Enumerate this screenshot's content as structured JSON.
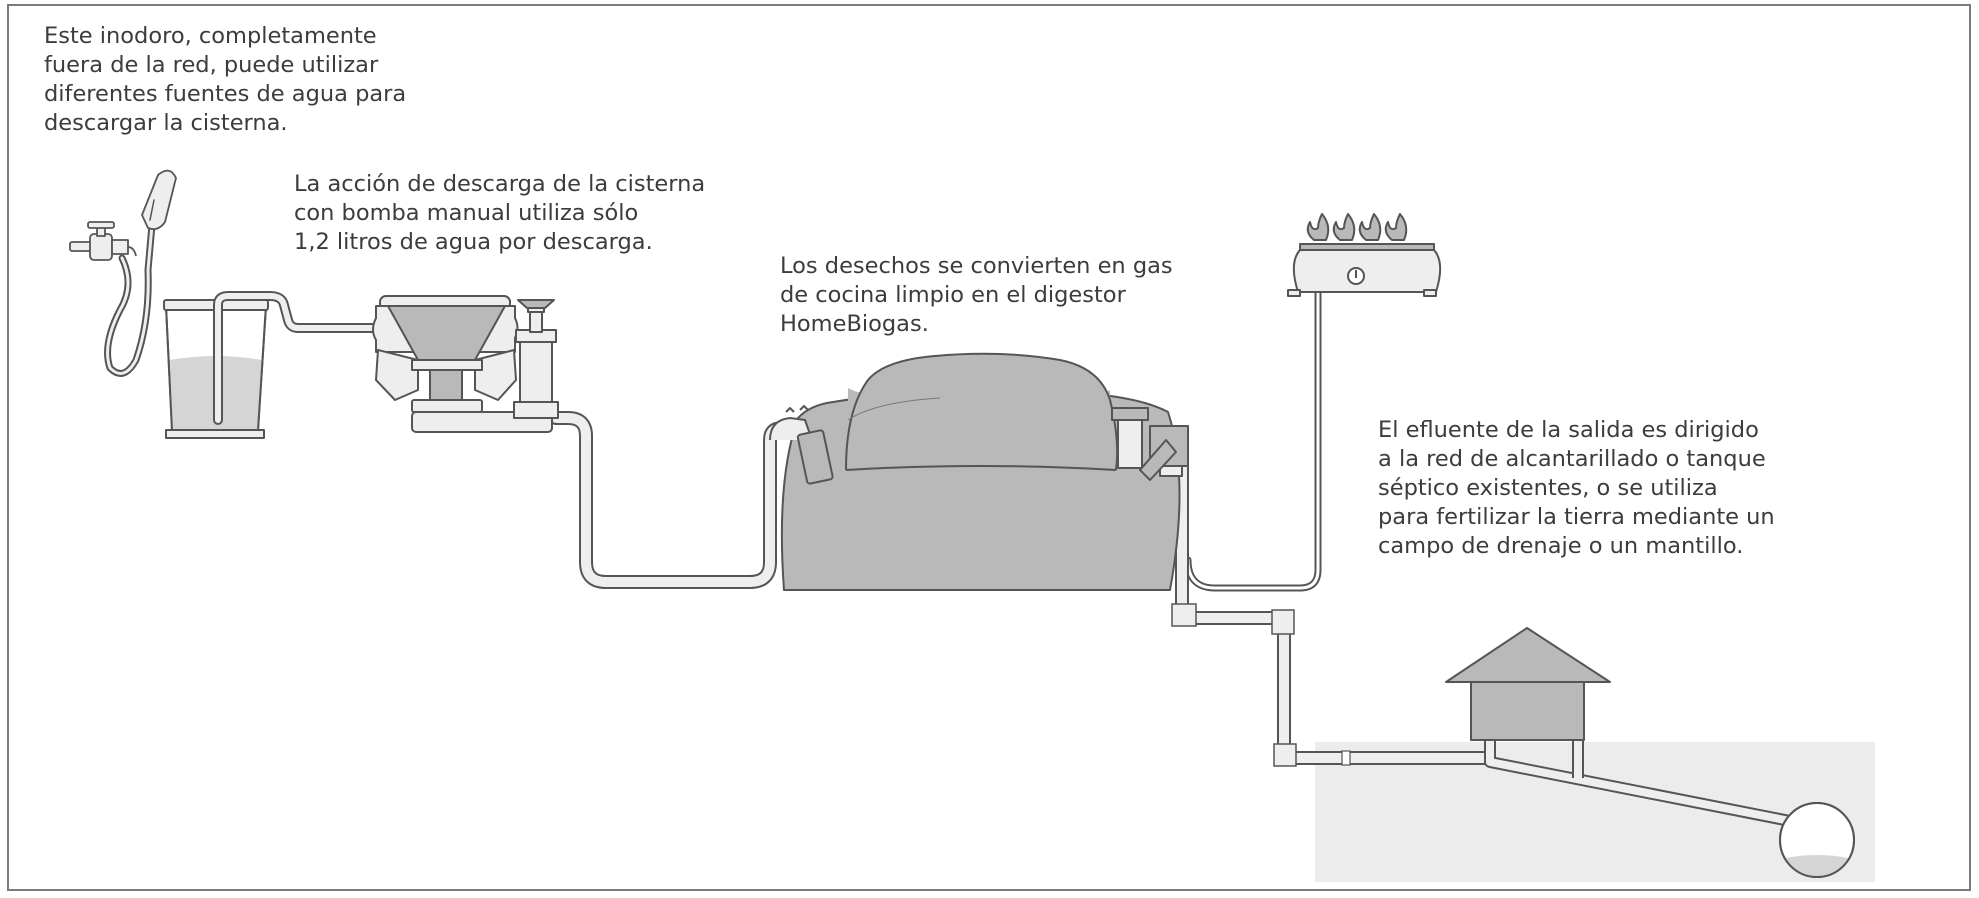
{
  "captions": {
    "water_sources": [
      "Este inodoro, completamente",
      "fuera de la red, puede utilizar",
      "diferentes fuentes de agua para",
      "descargar la cisterna."
    ],
    "flush_action": [
      "La acción de descarga de la cisterna",
      "con bomba manual utiliza sólo",
      "1,2 litros de agua por descarga."
    ],
    "digester": [
      "Los desechos se convierten en gas",
      "de cocina limpio en el digestor",
      "HomeBiogas."
    ],
    "effluent": [
      "El efluente de la salida es dirigido",
      "a la red de alcantarillado o tanque",
      "séptico existentes, o se utiliza",
      "para fertilizar la tierra mediante un",
      "campo de drenaje o un mantillo."
    ]
  },
  "colors": {
    "outline": "#555555",
    "fill_gray": "#b9b9b9",
    "fill_light": "#eeeeee",
    "ground": "#ececec",
    "frame": "#7b7b7b",
    "text": "#3c3c3c"
  },
  "icons": [
    "faucet-icon",
    "hand-shower-icon",
    "bucket-icon",
    "pump-toilet-icon",
    "biogas-digester-icon",
    "gas-stove-icon",
    "house-icon",
    "septic-tank-icon"
  ]
}
